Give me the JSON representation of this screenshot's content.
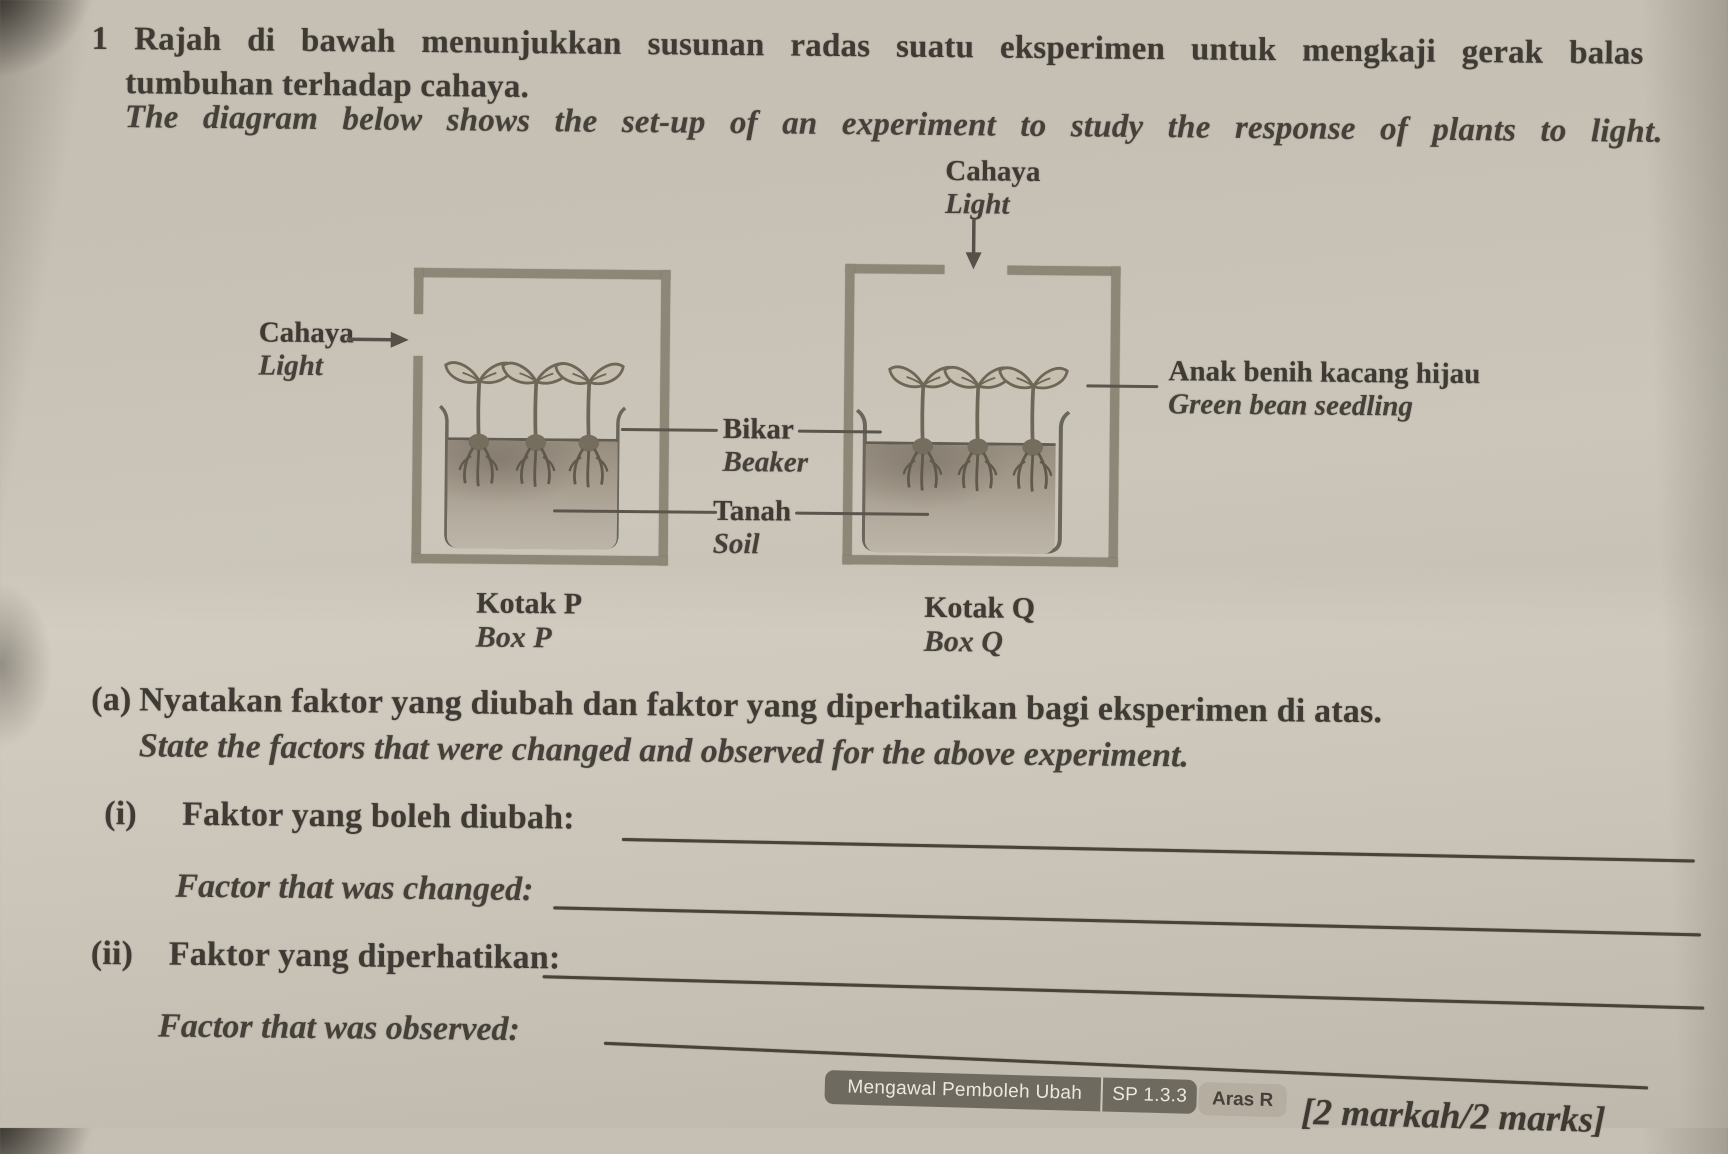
{
  "colors": {
    "paper": "#cdc7bb",
    "ink": "#3f3b34",
    "diagram_wall": "#8d8778",
    "diagram_line": "#5b564d",
    "soil": "#a59c8e",
    "badge_dark": "#6f6a60",
    "badge_light": "#b4ada0"
  },
  "header": {
    "number": "1",
    "line1_ms": "Rajah di bawah menunjukkan susunan radas suatu eksperimen untuk mengkaji gerak balas",
    "line2_ms": "tumbuhan terhadap cahaya.",
    "line_en": "The diagram below shows the set-up of an experiment to study the response of plants to light."
  },
  "diagram": {
    "light_ms": "Cahaya",
    "light_en": "Light",
    "seedling_ms": "Anak benih kacang hijau",
    "seedling_en": "Green bean seedling",
    "beaker_ms": "Bikar",
    "beaker_en": "Beaker",
    "soil_ms": "Tanah",
    "soil_en": "Soil",
    "box_p_ms": "Kotak P",
    "box_p_en": "Box P",
    "box_q_ms": "Kotak Q",
    "box_q_en": "Box Q"
  },
  "question": {
    "part": "(a)",
    "prompt_ms": "Nyatakan faktor yang diubah dan faktor yang diperhatikan bagi eksperimen di atas.",
    "prompt_en": "State the factors that were changed and observed for the above experiment.",
    "items": [
      {
        "num": "(i)",
        "label_ms": "Faktor yang boleh diubah:",
        "label_en": "Factor that was changed:"
      },
      {
        "num": "(ii)",
        "label_ms": "Faktor yang diperhatikan:",
        "label_en": "Factor that was observed:"
      }
    ]
  },
  "footer": {
    "skill_badge": "Mengawal Pemboleh Ubah",
    "sp_badge": "SP 1.3.3",
    "aras_badge": "Aras R",
    "marks": "[2 markah/2 marks]"
  }
}
